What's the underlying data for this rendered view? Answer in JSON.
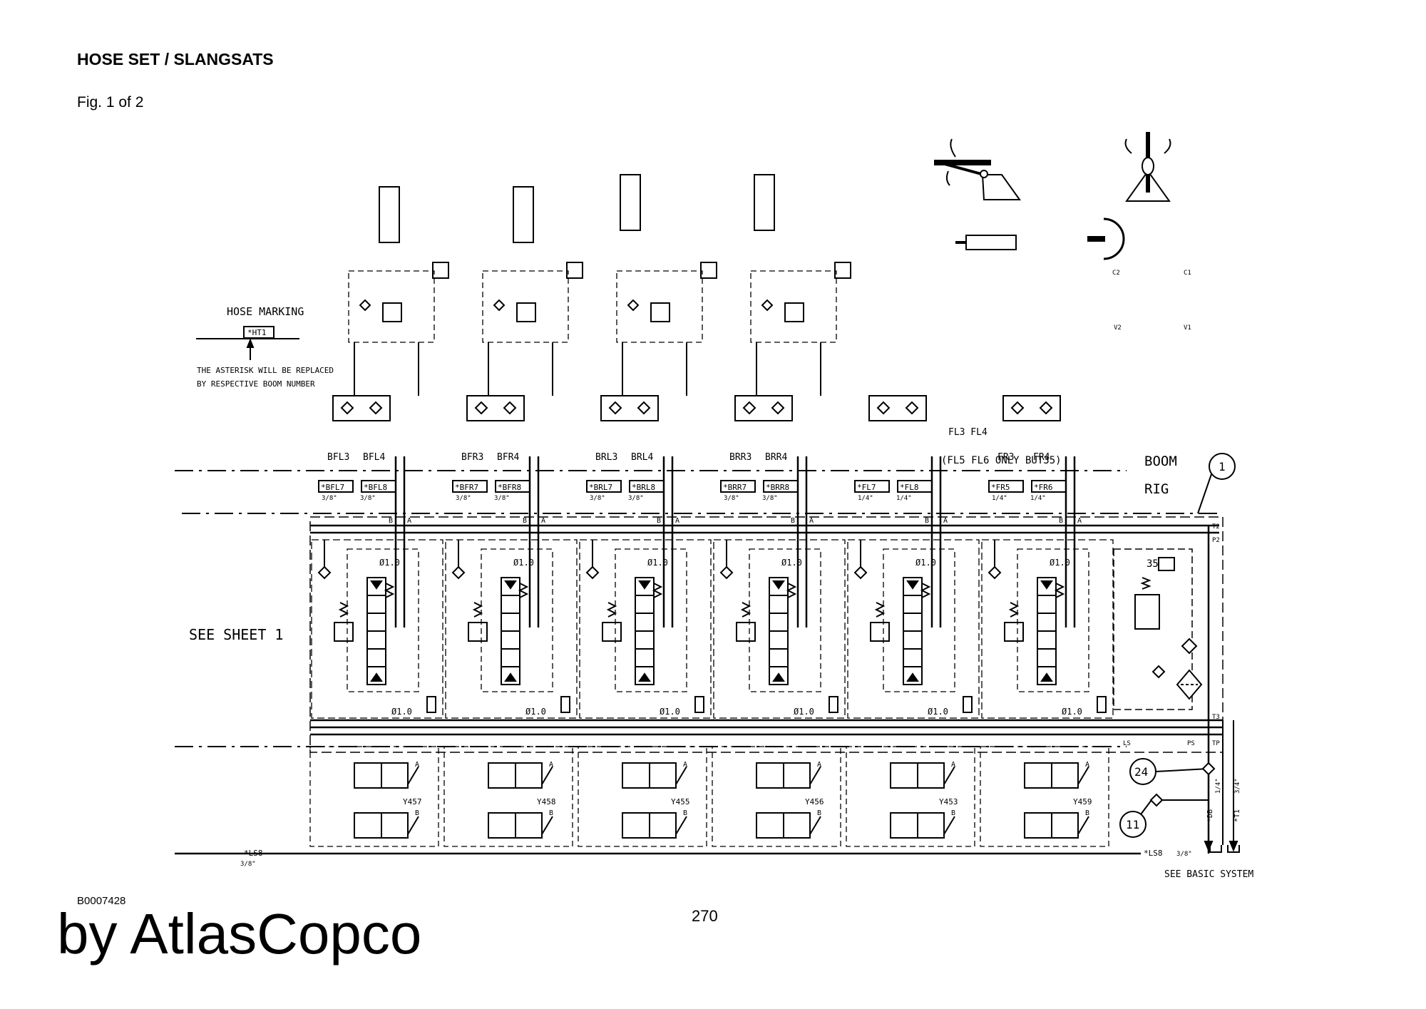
{
  "header": {
    "title": "HOSE SET / SLANGSATS",
    "figure": "Fig. 1 of 2"
  },
  "footer": {
    "doc_number": "B0007428",
    "page_number": "270",
    "brand": "by AtlasCopco"
  },
  "legend": {
    "title": "HOSE MARKING",
    "tag": "*HT1",
    "note_line1": "THE ASTERISK WILL BE REPLACED",
    "note_line2": "BY RESPECTIVE BOOM NUMBER"
  },
  "diagram": {
    "boom_label": "BOOM",
    "rig_label": "RIG",
    "see_sheet": "SEE SHEET 1",
    "see_basic": "SEE BASIC SYSTEM",
    "fl_top": "FL3  FL4",
    "fl_note": "(FL5  FL6 ONLY BUT35)",
    "orifice_label": "Ø1.0",
    "valve_35": "35",
    "callout_1": "1",
    "callout_24": "24",
    "callout_11": "11",
    "ls8_left": "*LS8",
    "ls8_right": "*LS8",
    "size_38": "3/8\"",
    "size_14": "1/4\"",
    "size_34": "3/4\"",
    "db_tag": "*DB",
    "t1_tag": "*T1",
    "port_t2": "T2",
    "port_p2": "P2",
    "port_t3": "T3",
    "port_ls": "LS",
    "port_ps": "PS",
    "port_tp": "TP",
    "port_a": "A",
    "port_b": "B",
    "port_c2": "C2",
    "port_c1": "C1",
    "port_v2": "V2",
    "port_v1": "V1",
    "sections": [
      {
        "top_a": "BFL3",
        "top_b": "BFL4",
        "tag_a": "*BFL7",
        "tag_b": "*BFL8",
        "size_a": "3/8\"",
        "size_b": "3/8\"",
        "valve": "Y457"
      },
      {
        "top_a": "BFR3",
        "top_b": "BFR4",
        "tag_a": "*BFR7",
        "tag_b": "*BFR8",
        "size_a": "3/8\"",
        "size_b": "3/8\"",
        "valve": "Y458"
      },
      {
        "top_a": "BRL3",
        "top_b": "BRL4",
        "tag_a": "*BRL7",
        "tag_b": "*BRL8",
        "size_a": "3/8\"",
        "size_b": "3/8\"",
        "valve": "Y455"
      },
      {
        "top_a": "BRR3",
        "top_b": "BRR4",
        "tag_a": "*BRR7",
        "tag_b": "*BRR8",
        "size_a": "3/8\"",
        "size_b": "3/8\"",
        "valve": "Y456"
      },
      {
        "top_a": "",
        "top_b": "",
        "tag_a": "*FL7",
        "tag_b": "*FL8",
        "size_a": "1/4\"",
        "size_b": "1/4\"",
        "valve": "Y453"
      },
      {
        "top_a": "FR3",
        "top_b": "FR4",
        "tag_a": "*FR5",
        "tag_b": "*FR6",
        "size_a": "1/4\"",
        "size_b": "1/4\"",
        "valve": "Y459"
      }
    ]
  }
}
